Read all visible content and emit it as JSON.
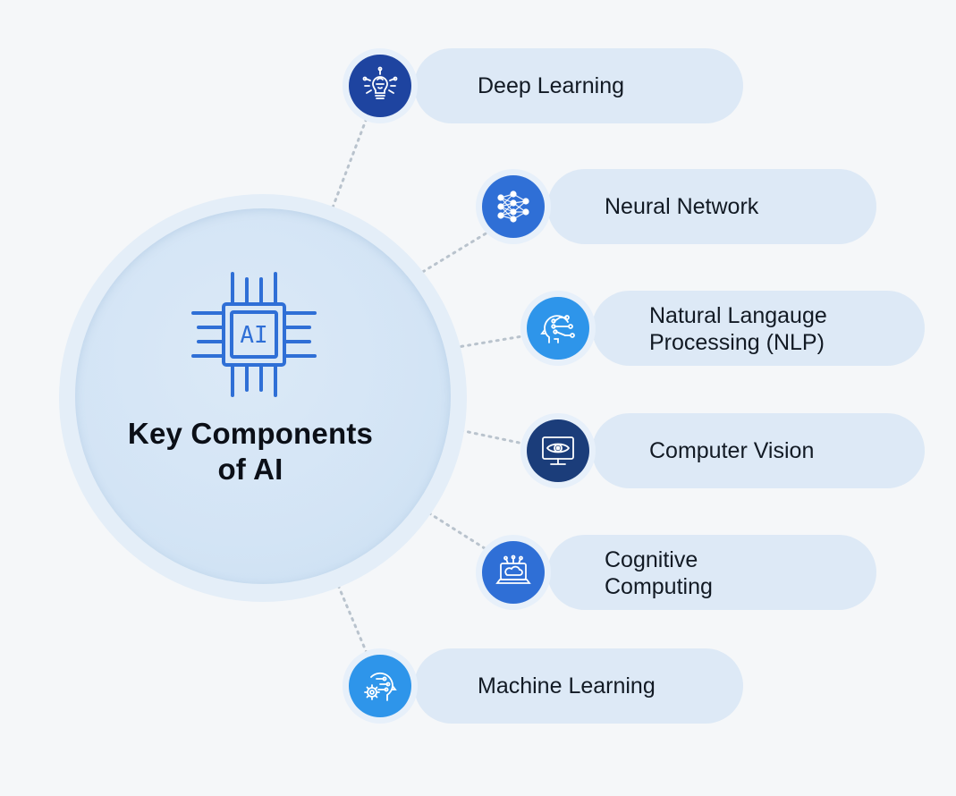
{
  "hub": {
    "title_line1": "Key Components",
    "title_line2": "of AI",
    "chip_label": "AI",
    "chip_icon": "ai-chip-icon"
  },
  "colors": {
    "background": "#f5f7f9",
    "pill": "#dde9f6",
    "dark_blue": "#1e44a0",
    "mid_blue": "#2f6fd6",
    "light_blue": "#2e95ea",
    "navy": "#1b3d7a",
    "chip_blue": "#2f6fd6"
  },
  "components": [
    {
      "label": "Deep Learning",
      "icon": "brain-bulb-icon"
    },
    {
      "label": "Neural Network",
      "icon": "neural-network-icon"
    },
    {
      "label_line1": "Natural Langauge",
      "label_line2": "Processing (NLP)",
      "icon": "head-circuit-icon"
    },
    {
      "label": "Computer Vision",
      "icon": "eye-monitor-icon"
    },
    {
      "label_line1": "Cognitive",
      "label_line2": "Computing",
      "icon": "cloud-laptop-icon"
    },
    {
      "label": "Machine Learning",
      "icon": "head-gear-icon"
    }
  ]
}
